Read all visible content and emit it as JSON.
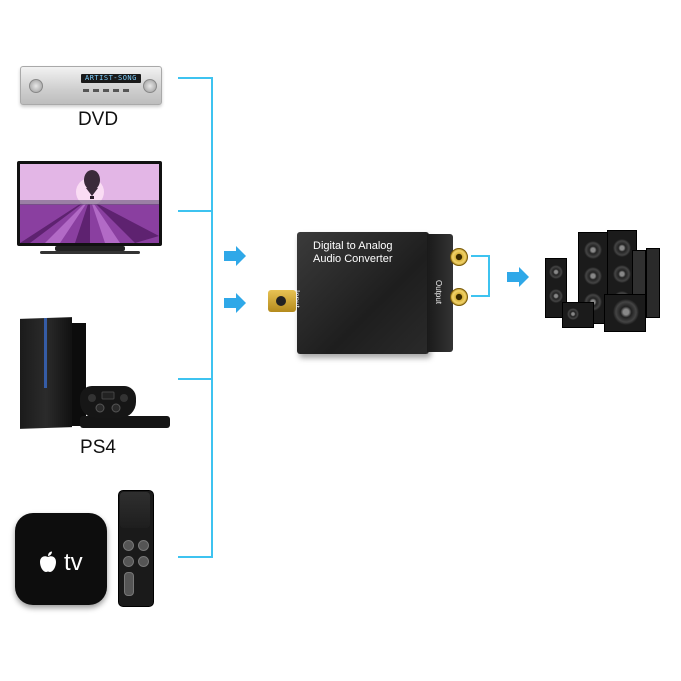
{
  "devices": {
    "dvd": {
      "label": "DVD",
      "display_text": "ARTIST-SONG"
    },
    "tv": {
      "label": ""
    },
    "ps4": {
      "label": "PS4"
    },
    "apple_tv": {
      "label": "tv"
    }
  },
  "converter": {
    "title_line1": "Digital  to Analog",
    "title_line2": "Audio Converter",
    "input_label": "Input",
    "output_label": "Output"
  },
  "colors": {
    "connector_line": "#3ec3f0",
    "arrow": "#2fa8e8",
    "rca_gold": "#d8b23a"
  },
  "icons": {
    "arrow": "right-arrow-icon",
    "apple": "apple-logo-icon"
  }
}
